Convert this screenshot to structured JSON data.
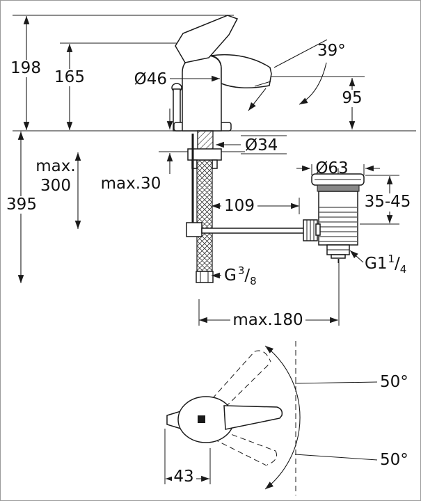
{
  "drawing": {
    "title": "faucet-technical-drawing",
    "background": "#ffffff",
    "line_color": "#1a1a1a",
    "labels": {
      "height_total": "198",
      "height_body": "165",
      "dia_body": "Ø46",
      "spout_angle": "39°",
      "spout_height": "95",
      "dia_shank": "Ø34",
      "max_word": "max.",
      "depth_300": "300",
      "depth_395": "395",
      "deck_thickness": "max.30",
      "offset_109": "109",
      "dia_waste": "Ø63",
      "clamp_range": "35-45",
      "thread_waste": {
        "base": "G1",
        "sup": "1",
        "slash": "/",
        "sub": "4"
      },
      "thread_hose": {
        "base": "G",
        "sup": "3",
        "slash": "/",
        "sub": "8"
      },
      "max_reach": "max.180",
      "swing_up": "50°",
      "swing_down": "50°",
      "lever_length": "43"
    }
  }
}
